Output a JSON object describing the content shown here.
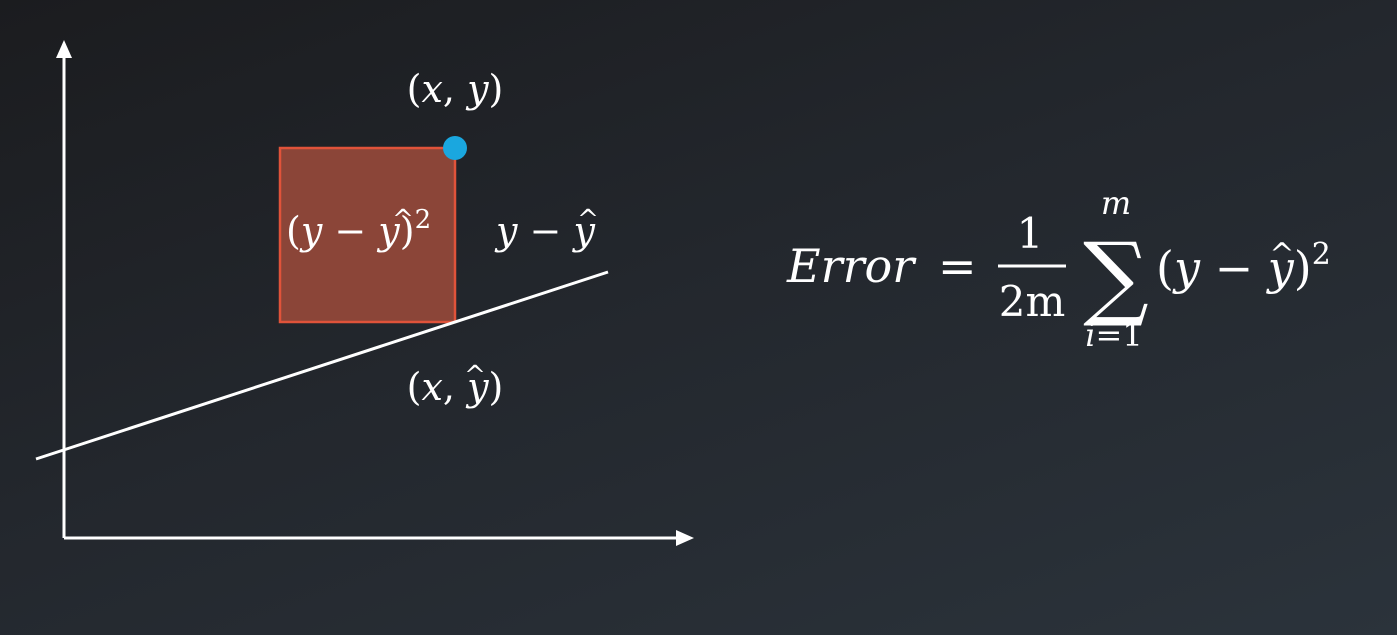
{
  "diagram": {
    "point_label": {
      "open": "(",
      "x": "x",
      "comma": ", ",
      "y": "y",
      "close": ")"
    },
    "projection_label": {
      "open": "(",
      "x": "x",
      "comma": ", ",
      "yhat": "y",
      "hat": "^",
      "close": ")"
    },
    "square_label": {
      "open": "(",
      "y": "y",
      "minus": " − ",
      "yhat": "y",
      "hat": "^",
      "close": ")",
      "exp": "2"
    },
    "residual_label": {
      "y": "y",
      "minus": " − ",
      "yhat": "y",
      "hat": "^"
    },
    "colors": {
      "axes": "#ffffff",
      "regression_line": "#ffffff",
      "square_fill": "#8b4538",
      "square_stroke": "#e0533a",
      "data_point": "#1aa7df"
    }
  },
  "formula": {
    "lhs": "Error",
    "equals": "=",
    "numerator": "1",
    "denominator": "2m",
    "sum_symbol": "∑",
    "sum_upper": "m",
    "sum_lower_var": "i",
    "sum_lower_eq": "=1",
    "term": {
      "open": "(",
      "y": "y",
      "minus": " − ",
      "yhat": "y",
      "hat": "^",
      "close": ")",
      "exp": "2"
    }
  }
}
